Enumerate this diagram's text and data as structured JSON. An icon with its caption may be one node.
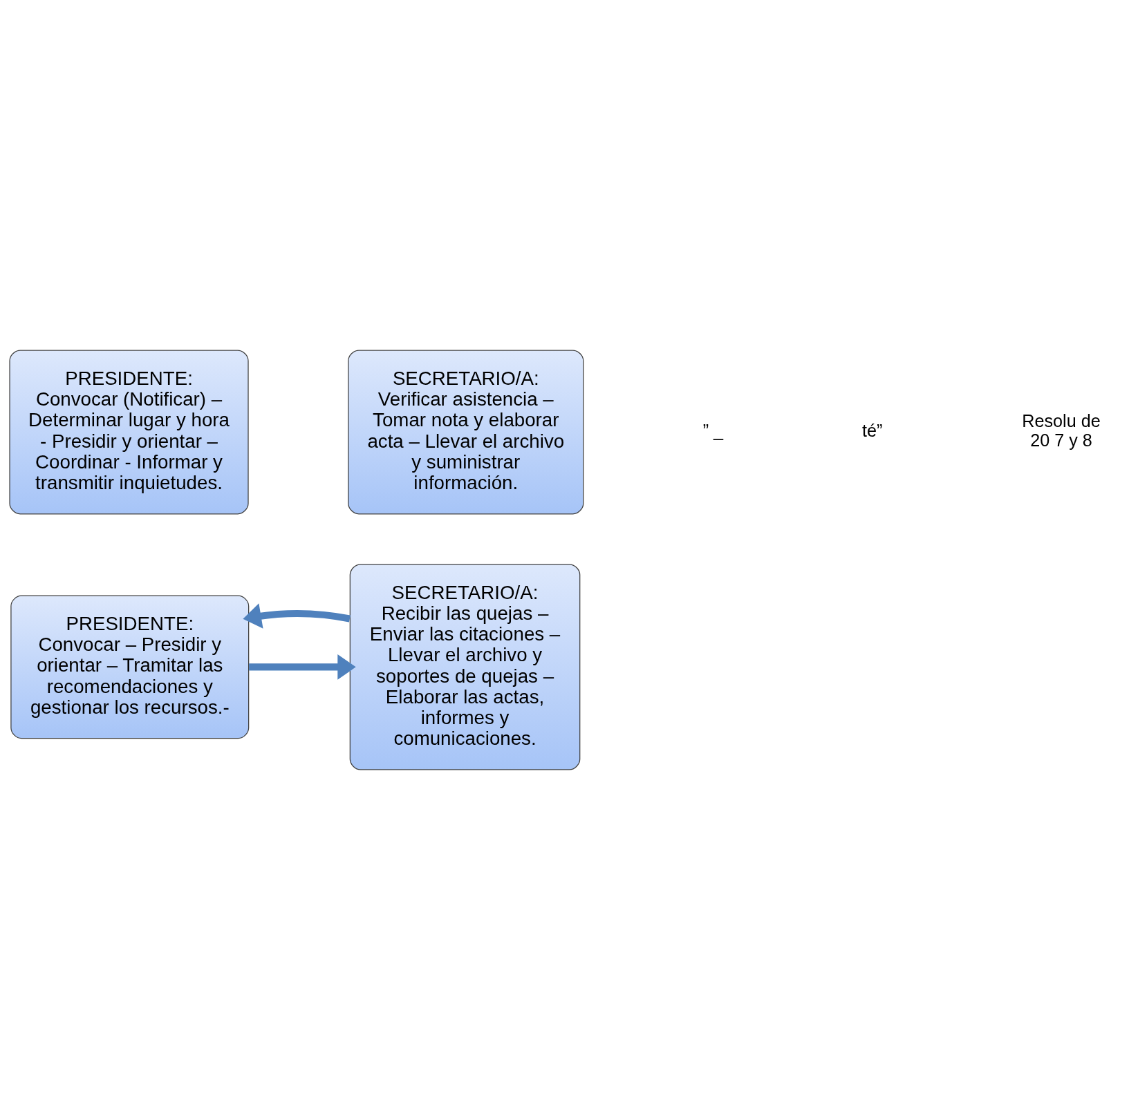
{
  "diagram": {
    "nodes": [
      {
        "text": [
          "PRESIDENTE:",
          "Convocar (Notificar) – Determinar lugar y hora - Presidir y orientar – Coordinar - Informar y transmitir inquietudes."
        ]
      },
      {
        "text": [
          "SECRETARIO/A:",
          "Verificar asistencia – Tomar nota y elaborar acta – Llevar el archivo y suministrar información."
        ]
      },
      {
        "text": [
          "PRESIDENTE:",
          "Convocar – Presidir y orientar – Tramitar las recomendaciones y gestionar los recursos.-"
        ]
      },
      {
        "text": [
          "SECRETARIO/A:",
          "Recibir las quejas – Enviar las citaciones – Llevar el archivo y soportes de quejas – Elaborar las actas, informes y comunicaciones."
        ]
      }
    ],
    "edges": [
      {
        "from": 2,
        "to": 3,
        "arrow": "to"
      },
      {
        "from": 3,
        "to": 2,
        "arrow": "to"
      }
    ],
    "labels": [
      "” _",
      "té”",
      "Resolu de 20 7 y 8"
    ]
  }
}
